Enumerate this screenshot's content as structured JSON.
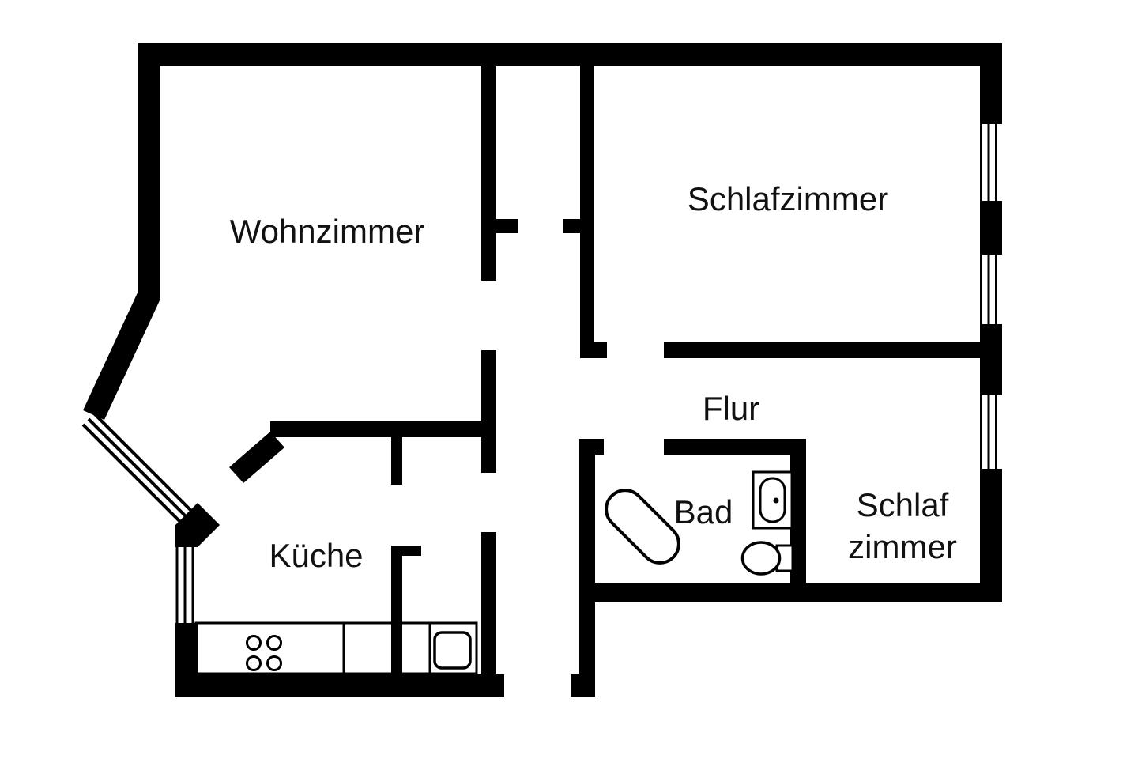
{
  "document": {
    "type": "floor-plan",
    "style": "black-and-white architectural plan"
  },
  "colors": {
    "wall": "#000000",
    "background": "#ffffff",
    "text": "#111111"
  },
  "rooms": {
    "wohnzimmer": {
      "label": "Wohnzimmer"
    },
    "schlafzimmer": {
      "label": "Schlafzimmer"
    },
    "flur": {
      "label": "Flur"
    },
    "bad": {
      "label": "Bad"
    },
    "kueche": {
      "label": "Küche"
    },
    "schlafzimmer2": {
      "label_line1": "Schlaf",
      "label_line2": "zimmer"
    }
  },
  "fixtures": {
    "bathtub": "bathtub",
    "washbasin": "washbasin with tap dot",
    "toilet": "toilet with cistern",
    "stove": "cooktop with 4 burners",
    "kitchen_sink": "kitchen sink",
    "counter": "kitchen counter with dividers"
  },
  "windows": {
    "count": 5,
    "positions": [
      "right wall upper",
      "right wall middle",
      "right wall lower",
      "left bay diagonal",
      "kitchen left wall"
    ]
  }
}
